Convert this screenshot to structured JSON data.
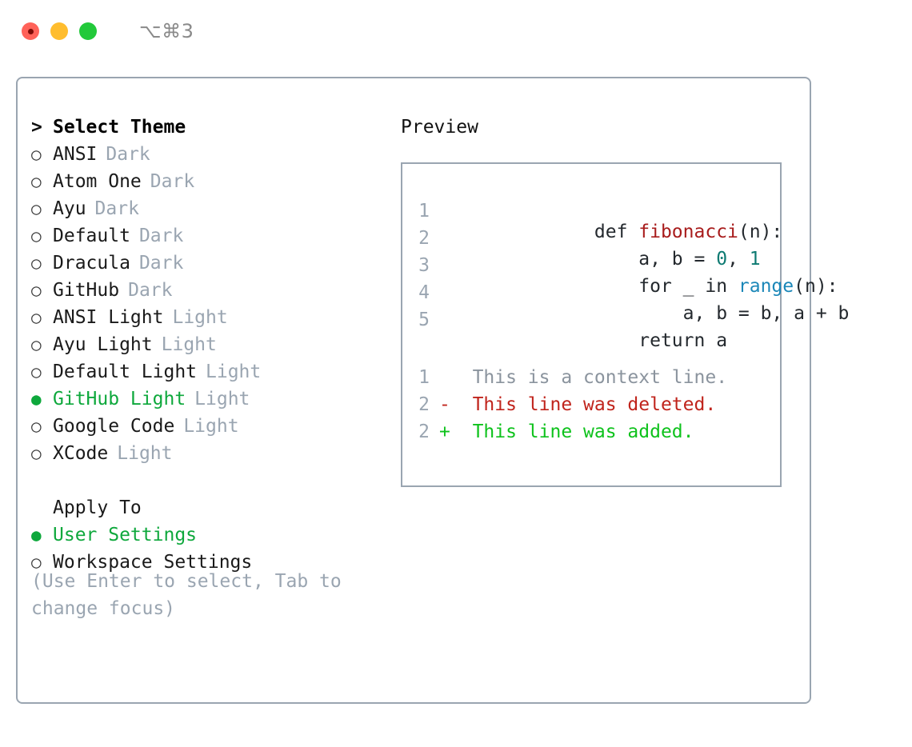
{
  "titlebar": {
    "shortcut": "⌥⌘3",
    "buttons": [
      "close",
      "minimize",
      "maximize"
    ]
  },
  "colors": {
    "selected_green": "#0ea83c",
    "muted": "#9aa5b1",
    "border": "#9aa5b1",
    "function_red": "#a81c1c",
    "number_teal": "#0d7a72",
    "call_blue": "#1b87b8",
    "diff_added": "#0ec21c",
    "diff_deleted": "#c0241c",
    "diff_context": "#8b949e"
  },
  "theme_panel": {
    "heading": "Select Theme",
    "heading_marker": ">",
    "marker_selected": "●",
    "marker_unselected": "○",
    "items": [
      {
        "name": "ANSI",
        "tag": "Dark",
        "selected": false
      },
      {
        "name": "Atom One",
        "tag": "Dark",
        "selected": false
      },
      {
        "name": "Ayu",
        "tag": "Dark",
        "selected": false
      },
      {
        "name": "Default",
        "tag": "Dark",
        "selected": false
      },
      {
        "name": "Dracula",
        "tag": "Dark",
        "selected": false
      },
      {
        "name": "GitHub",
        "tag": "Dark",
        "selected": false
      },
      {
        "name": "ANSI Light",
        "tag": "Light",
        "selected": false
      },
      {
        "name": "Ayu Light",
        "tag": "Light",
        "selected": false
      },
      {
        "name": "Default Light",
        "tag": "Light",
        "selected": false
      },
      {
        "name": "GitHub Light",
        "tag": "Light",
        "selected": true
      },
      {
        "name": "Google Code",
        "tag": "Light",
        "selected": false
      },
      {
        "name": "XCode",
        "tag": "Light",
        "selected": false
      }
    ]
  },
  "apply_to": {
    "heading": "Apply To",
    "options": [
      {
        "name": "User Settings",
        "selected": true
      },
      {
        "name": "Workspace Settings",
        "selected": false
      }
    ]
  },
  "hint": "(Use Enter to select, Tab to change focus)",
  "preview": {
    "title": "Preview",
    "code_lines": [
      {
        "number": "1",
        "tokens": [
          {
            "text": "def ",
            "type": "plain"
          },
          {
            "text": "fibonacci",
            "type": "fn"
          },
          {
            "text": "(n):",
            "type": "plain"
          }
        ]
      },
      {
        "number": "2",
        "tokens": [
          {
            "text": "    a, b = ",
            "type": "plain"
          },
          {
            "text": "0",
            "type": "num"
          },
          {
            "text": ", ",
            "type": "plain"
          },
          {
            "text": "1",
            "type": "num"
          }
        ]
      },
      {
        "number": "3",
        "tokens": [
          {
            "text": "    for _ in ",
            "type": "plain"
          },
          {
            "text": "range",
            "type": "call"
          },
          {
            "text": "(n):",
            "type": "plain"
          }
        ]
      },
      {
        "number": "4",
        "tokens": [
          {
            "text": "        a, b = b, a + b",
            "type": "plain"
          }
        ]
      },
      {
        "number": "5",
        "tokens": [
          {
            "text": "    return a",
            "type": "plain"
          }
        ]
      }
    ],
    "diff_lines": [
      {
        "number": "1",
        "sign": " ",
        "text": "This is a context line.",
        "kind": "context"
      },
      {
        "number": "2",
        "sign": "-",
        "text": "This line was deleted.",
        "kind": "deleted"
      },
      {
        "number": "2",
        "sign": "+",
        "text": "This line was added.",
        "kind": "added"
      }
    ]
  }
}
